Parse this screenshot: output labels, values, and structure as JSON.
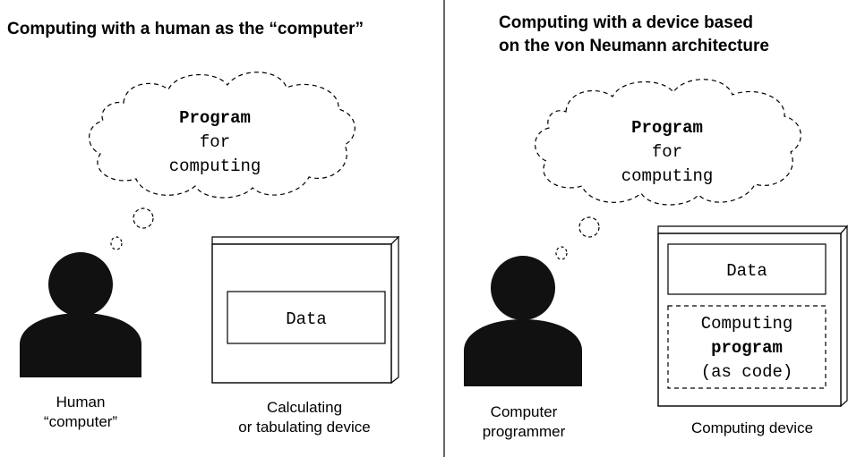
{
  "left": {
    "title": "Computing with a human as the “computer”",
    "thought": {
      "line1": "Program",
      "line2": "for",
      "line3": "computing"
    },
    "person_caption": {
      "line1": "Human",
      "line2": "“computer”"
    },
    "device": {
      "data_label": "Data",
      "caption_line1": "Calculating",
      "caption_line2": "or tabulating device"
    }
  },
  "right": {
    "title_line1": "Computing with a device based",
    "title_line2": "on the von Neumann architecture",
    "thought": {
      "line1": "Program",
      "line2": "for",
      "line3": "computing"
    },
    "person_caption": {
      "line1": "Computer",
      "line2": "programmer"
    },
    "device": {
      "data_label": "Data",
      "program_line1": "Computing",
      "program_line2": "program",
      "program_line3": "(as code)",
      "caption": "Computing device"
    }
  }
}
